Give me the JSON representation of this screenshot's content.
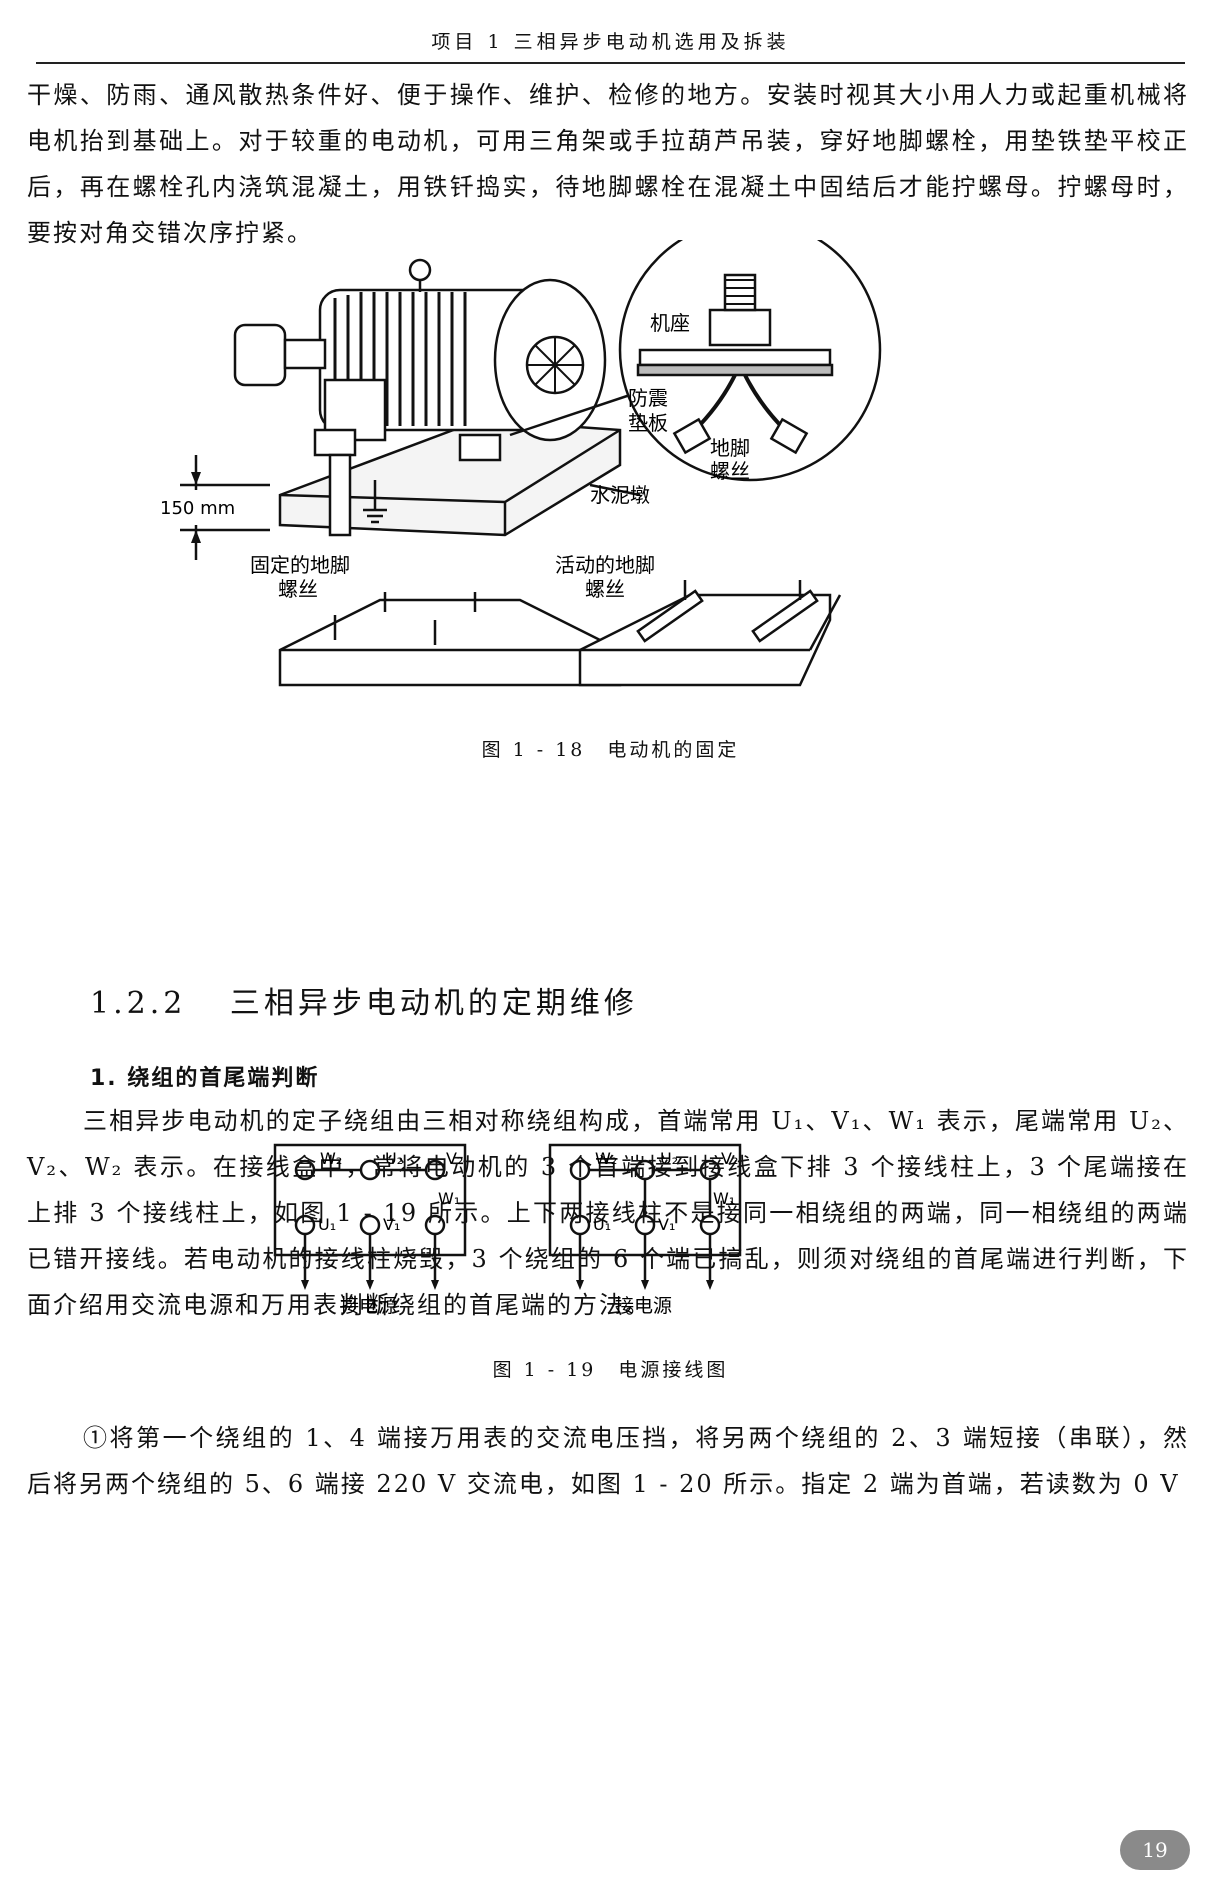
{
  "header": {
    "text": "项目 1 三相异步电动机选用及拆装"
  },
  "paragraph_intro": "干燥、防雨、通风散热条件好、便于操作、维护、检修的地方。安装时视其大小用人力或起重机械将电机抬到基础上。对于较重的电动机，可用三角架或手拉葫芦吊装，穿好地脚螺栓，用垫铁垫平校正后，再在螺栓孔内浇筑混凝土，用铁钎捣实，待地脚螺栓在混凝土中固结后才能拧螺母。拧螺母时，要按对角交错次序拧紧。",
  "figure1": {
    "label_base_line1": "机座",
    "label_pad_line1": "防震",
    "label_pad_line2": "垫板",
    "label_bolt_line1": "地脚",
    "label_bolt_line2": "螺丝",
    "label_pier": "水泥墩",
    "label_height": "150 mm",
    "label_fixed_line1": "固定的地脚",
    "label_fixed_line2": "螺丝",
    "label_movable_line1": "活动的地脚",
    "label_movable_line2": "螺丝",
    "caption": "图 1 - 18　电动机的固定"
  },
  "section": {
    "number": "1.2.2",
    "title": "三相异步电动机的定期维修"
  },
  "subsection": {
    "title": "1. 绕组的首尾端判断"
  },
  "paragraph_windings": "三相异步电动机的定子绕组由三相对称绕组构成，首端常用 U₁、V₁、W₁ 表示，尾端常用 U₂、V₂、W₂ 表示。在接线盒中，常将电动机的 3 个首端接到接线盒下排 3 个接线柱上，3 个尾端接在上排 3 个接线柱上，如图 1 - 19 所示。上下两接线柱不是接同一相绕组的两端，同一相绕组的两端已错开接线。若电动机的接线柱烧毁，3 个绕组的 6 个端已搞乱，则须对绕组的首尾端进行判断，下面介绍用交流电源和万用表判断绕组的首尾端的方法。",
  "figure2": {
    "left_box": {
      "top": [
        "W₂",
        "U₂",
        "V₂"
      ],
      "bottom": [
        "U₁",
        "V₁",
        "W₁"
      ],
      "label": "接电源"
    },
    "right_box": {
      "top": [
        "W₂",
        "U₂",
        "V₂"
      ],
      "bottom": [
        "U₁",
        "V₁",
        "W₁"
      ],
      "label": "接电源"
    },
    "caption": "图 1 - 19　电源接线图"
  },
  "paragraph_step1": "①将第一个绕组的 1、4 端接万用表的交流电压挡，将另两个绕组的 2、3 端短接（串联），然后将另两个绕组的 5、6 端接 220 V 交流电，如图 1 - 20 所示。指定 2 端为首端，若读数为 0 V",
  "page_number": "19"
}
